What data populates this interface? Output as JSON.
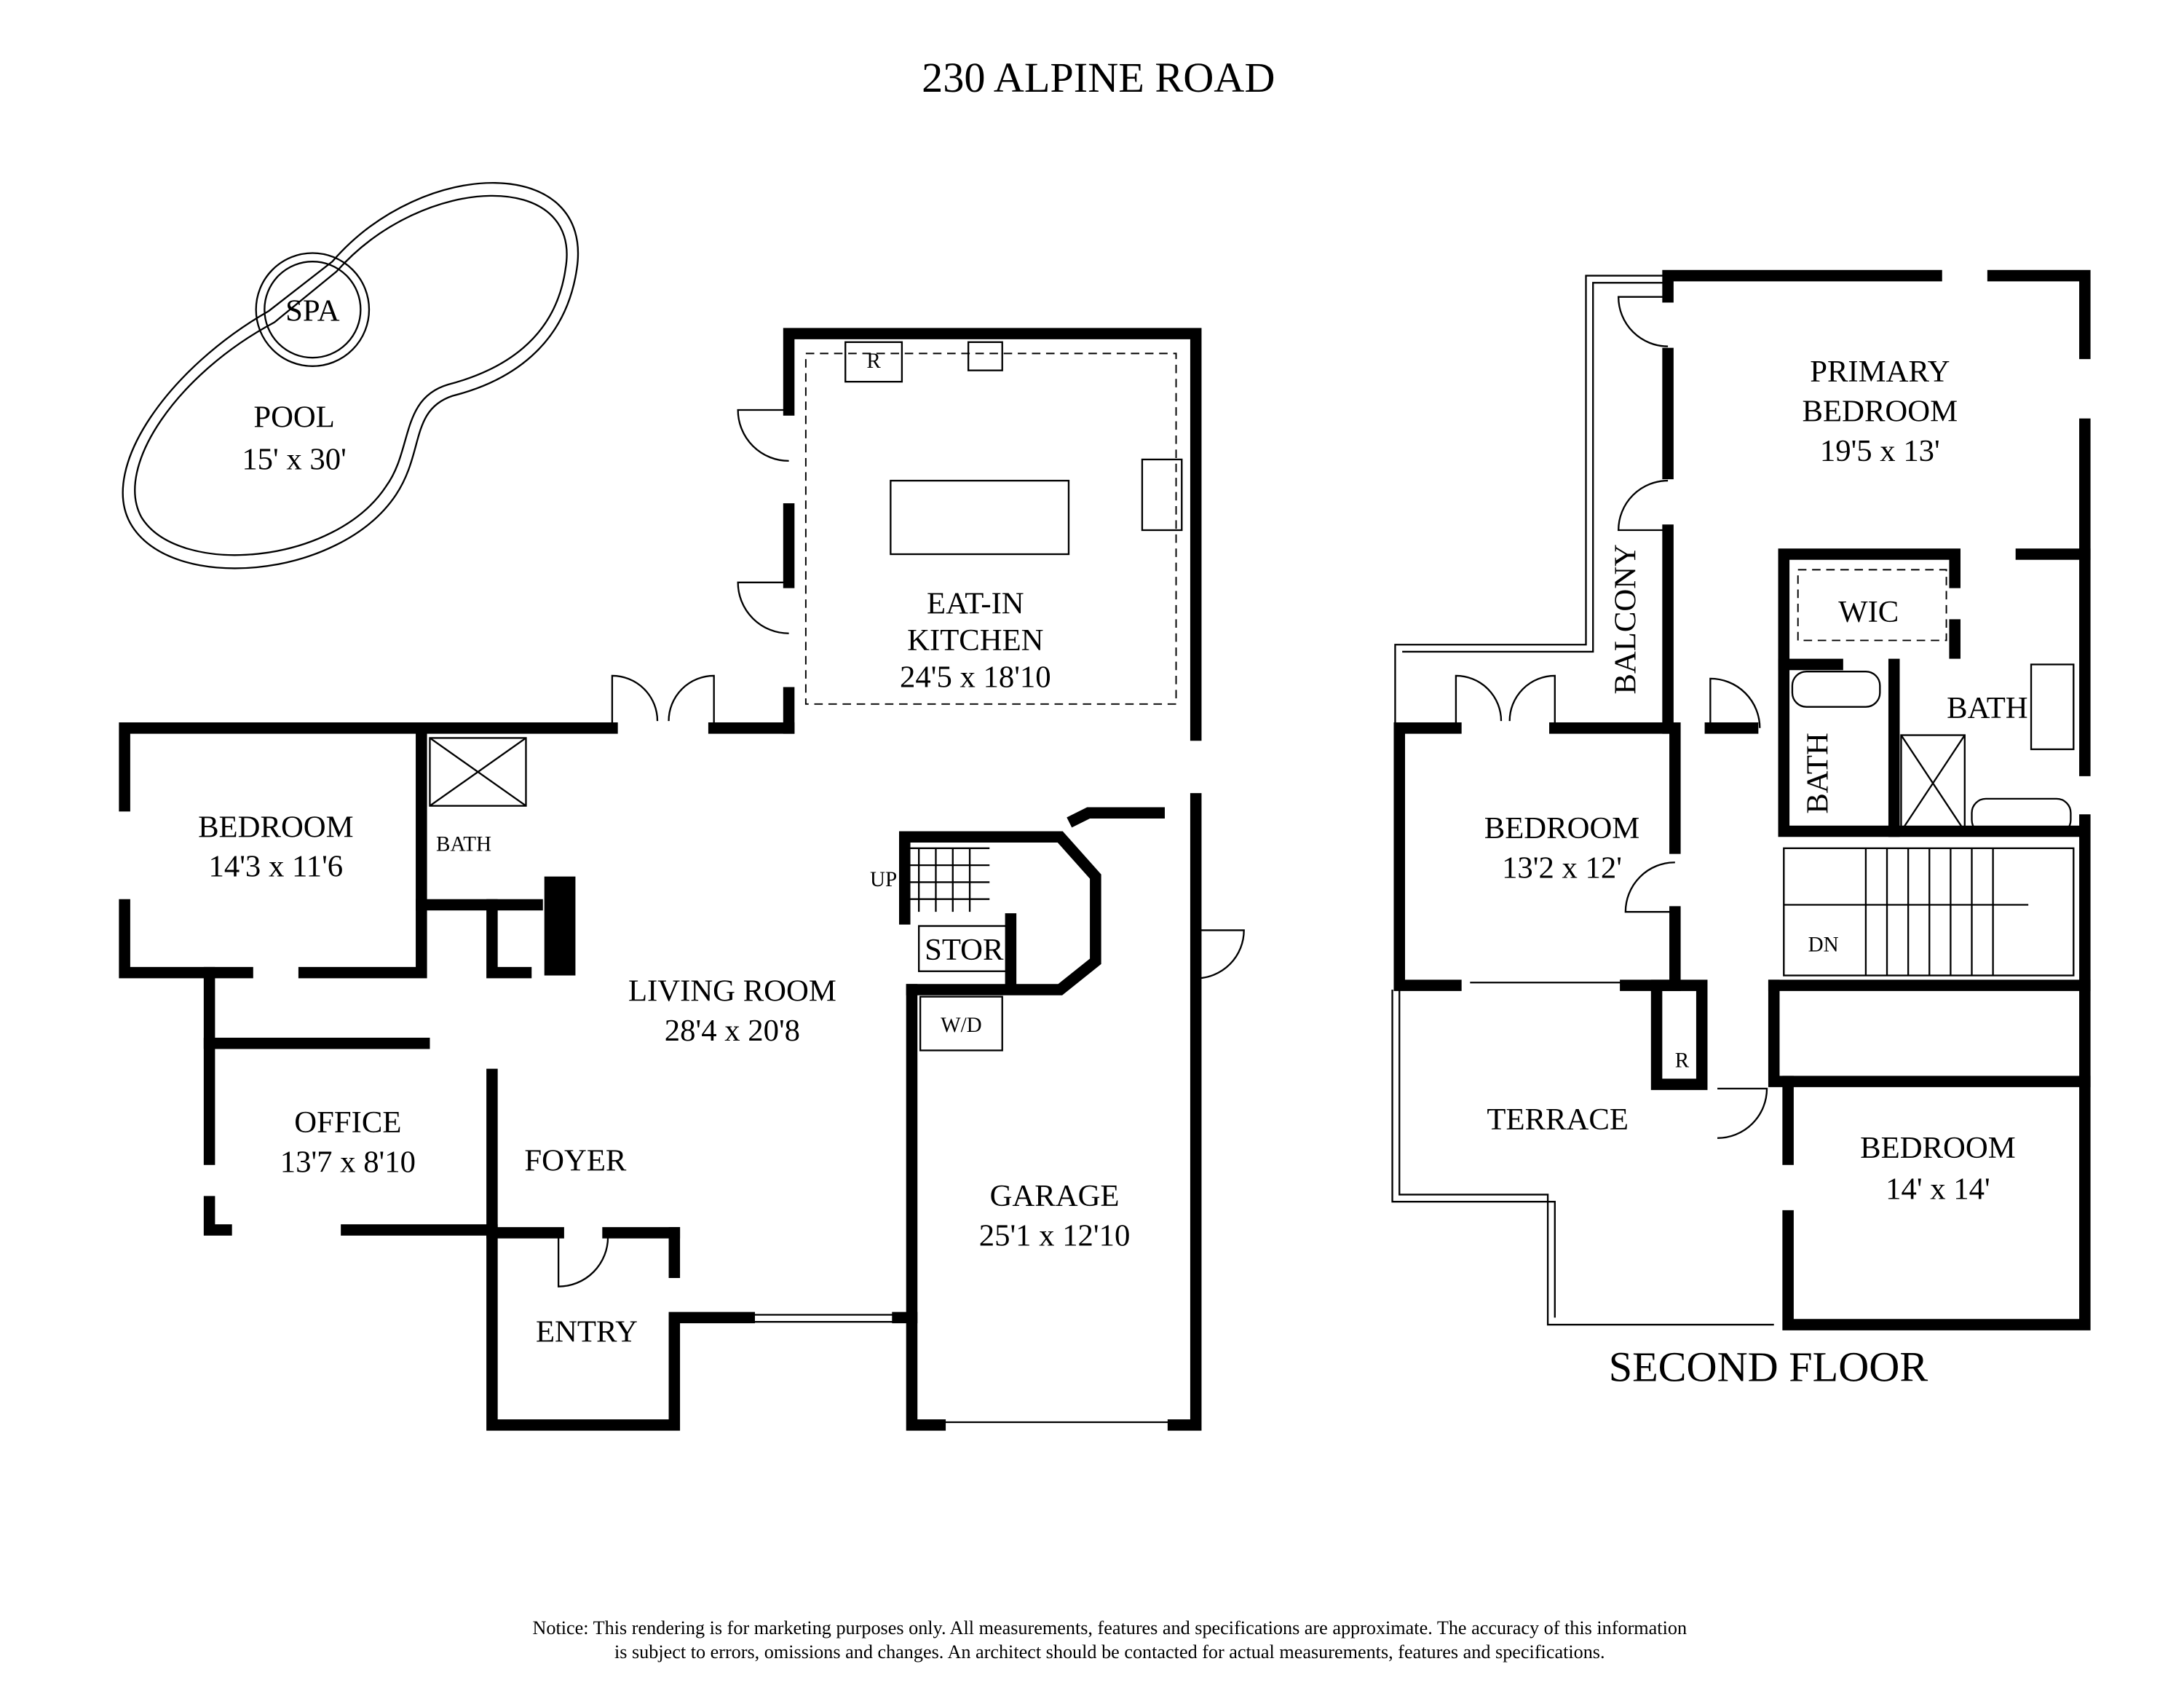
{
  "title": "230 ALPINE ROAD",
  "first_floor": {
    "rooms": [
      {
        "name": "SPA",
        "size": ""
      },
      {
        "name": "POOL",
        "size": "15' x 30'"
      },
      {
        "name": "EAT-IN",
        "name2": "KITCHEN",
        "size": "24'5  x 18'10"
      },
      {
        "name": "BEDROOM",
        "size": "14'3 x 11'6"
      },
      {
        "name": "BATH"
      },
      {
        "name": "LIVING ROOM",
        "size": "28'4 x 20'8"
      },
      {
        "name": "OFFICE",
        "size": "13'7 x 8'10"
      },
      {
        "name": "FOYER"
      },
      {
        "name": "ENTRY"
      },
      {
        "name": "GARAGE",
        "size": "25'1 x 12'10"
      },
      {
        "name": "STOR"
      },
      {
        "name": "W/D"
      }
    ],
    "marks": {
      "up": "UP",
      "fridge": "R"
    }
  },
  "second_floor": {
    "label": "SECOND FLOOR",
    "rooms": [
      {
        "name": "PRIMARY",
        "name2": "BEDROOM",
        "size": "19'5 x 13'"
      },
      {
        "name": "BALCONY"
      },
      {
        "name": "WIC"
      },
      {
        "name": "BATH"
      },
      {
        "name": "BATH"
      },
      {
        "name": "BEDROOM",
        "size": "13'2 x 12'"
      },
      {
        "name": "TERRACE"
      },
      {
        "name": "BEDROOM",
        "size": "14' x 14'"
      }
    ],
    "marks": {
      "down": "DN",
      "fridge": "R"
    }
  },
  "notice": {
    "line1": "Notice: This rendering is for marketing purposes only. All measurements, features and specifications are approximate. The accuracy of this information",
    "line2": "is subject to errors, omissions and changes. An architect should be contacted for actual measurements, features and specifications."
  }
}
